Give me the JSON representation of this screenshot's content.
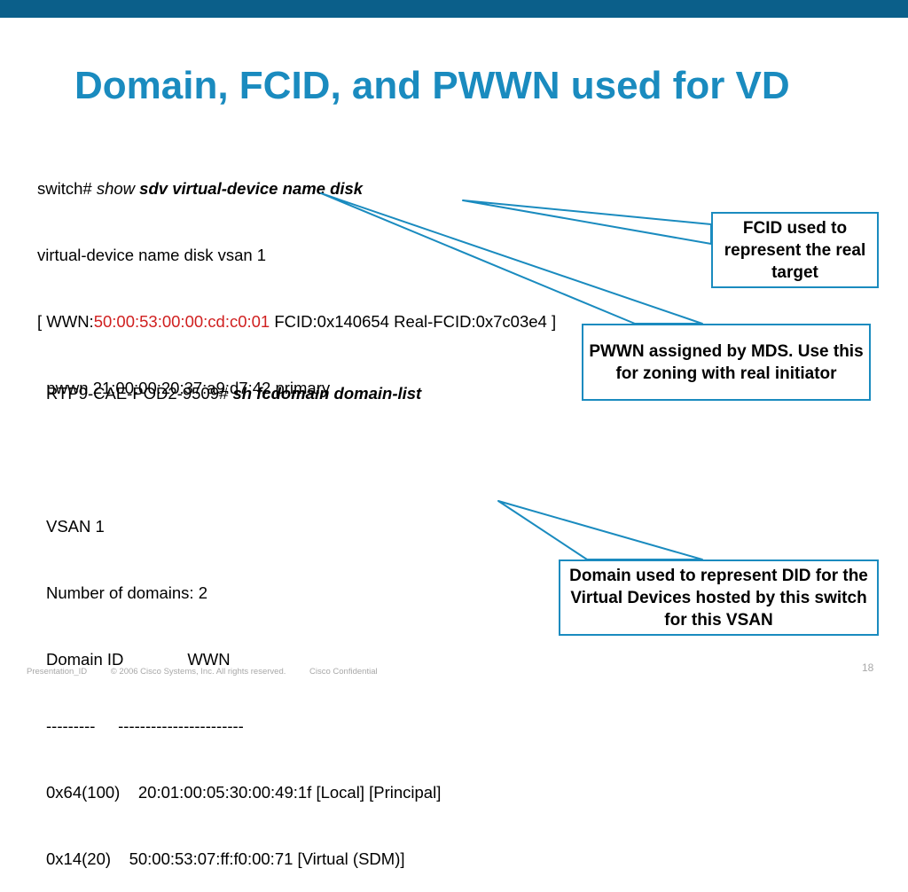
{
  "header": {
    "title": "Domain, FCID, and PWWN used for VD"
  },
  "block1": {
    "line1_prompt": "switch# ",
    "line1_cmd_verb": "show",
    "line1_cmd_rest": " sdv virtual-device name disk",
    "line2": "virtual-device name disk vsan 1",
    "line3_prefix": "[ WWN:",
    "line3_wwn": "50:00:53:00:00:cd:c0:01",
    "line3_suffix": " FCID:0x140654 Real-FCID:0x7c03e4 ]",
    "line4": "  pwwn 21:00:00:20:37:a9:d7:42 primary"
  },
  "block2": {
    "prompt": "RTP9-CAE-POD2-9509# ",
    "cmd": "sh fcdomain domain-list",
    "vsan": "VSAN 1",
    "num_domains": "Number of domains: 2",
    "header": "Domain ID              WWN",
    "separator": "---------     -----------------------",
    "rows": [
      "0x64(100)    20:01:00:05:30:00:49:1f [Local] [Principal]",
      "0x14(20)    50:00:53:07:ff:f0:00:71 [Virtual (SDM)]"
    ]
  },
  "callouts": {
    "fcid": "FCID used to represent the real target",
    "pwwn": "PWWN assigned by MDS. Use this for zoning with real initiator",
    "domain": "Domain used to represent DID for the Virtual Devices hosted by this switch for this VSAN"
  },
  "footer": {
    "presentation_id": "Presentation_ID",
    "copyright": "© 2006 Cisco Systems, Inc. All rights reserved.",
    "confidential": "Cisco Confidential",
    "page_number": "18"
  },
  "colors": {
    "title": "#1a8bbf",
    "topbar": "#0b5f8a",
    "highlight": "#d02020",
    "callout_border": "#1a8bbf"
  }
}
